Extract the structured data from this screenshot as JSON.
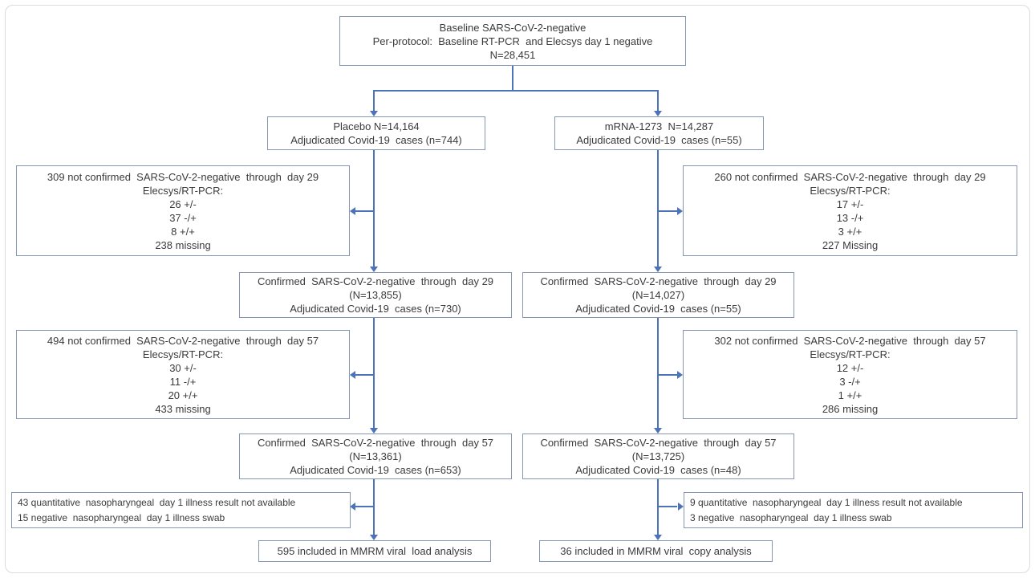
{
  "colors": {
    "connector": "#4c72b8",
    "box_border": "#8496b0",
    "text": "#3b3b3b",
    "figure_border": "#dcdcdc"
  },
  "boxes": {
    "baseline": {
      "lines": [
        "Baseline SARS-CoV-2-negative",
        "Per-protocol:  Baseline RT-PCR  and Elecsys day 1 negative",
        "N=28,451"
      ]
    },
    "placebo": {
      "lines": [
        "Placebo N=14,164",
        "Adjudicated Covid-19  cases (n=744)"
      ]
    },
    "mrna": {
      "lines": [
        "mRNA-1273  N=14,287",
        "Adjudicated Covid-19  cases (n=55)"
      ]
    },
    "placebo_excl_day29": {
      "lines": [
        "309 not confirmed  SARS-CoV-2-negative  through  day 29",
        "Elecsys/RT-PCR:",
        "26 +/-",
        "37 -/+",
        "8 +/+",
        "238 missing"
      ]
    },
    "mrna_excl_day29": {
      "lines": [
        "260 not confirmed  SARS-CoV-2-negative  through  day 29",
        "Elecsys/RT-PCR:",
        "17 +/-",
        "13 -/+",
        "3 +/+",
        "227 Missing"
      ]
    },
    "placebo_day29": {
      "lines": [
        "Confirmed  SARS-CoV-2-negative  through  day 29",
        "(N=13,855)",
        "Adjudicated Covid-19  cases (n=730)"
      ]
    },
    "mrna_day29": {
      "lines": [
        "Confirmed  SARS-CoV-2-negative  through  day 29",
        "(N=14,027)",
        "Adjudicated Covid-19  cases (n=55)"
      ]
    },
    "placebo_excl_day57": {
      "lines": [
        "494 not confirmed  SARS-CoV-2-negative  through  day 57",
        "Elecsys/RT-PCR:",
        "30 +/-",
        "11 -/+",
        "20 +/+",
        "433 missing"
      ]
    },
    "mrna_excl_day57": {
      "lines": [
        "302 not confirmed  SARS-CoV-2-negative  through  day 57",
        "Elecsys/RT-PCR:",
        "12 +/-",
        "3 -/+",
        "1 +/+",
        "286 missing"
      ]
    },
    "placebo_day57": {
      "lines": [
        "Confirmed  SARS-CoV-2-negative  through  day 57",
        "(N=13,361)",
        "Adjudicated Covid-19  cases (n=653)"
      ]
    },
    "mrna_day57": {
      "lines": [
        "Confirmed  SARS-CoV-2-negative  through  day 57",
        "(N=13,725)",
        "Adjudicated Covid-19  cases (n=48)"
      ]
    },
    "placebo_excl_final": {
      "lines": [
        "43 quantitative  nasopharyngeal  day 1 illness result not available",
        "15 negative  nasopharyngeal  day 1 illness swab"
      ]
    },
    "mrna_excl_final": {
      "lines": [
        "9 quantitative  nasopharyngeal  day 1 illness result not available",
        "3 negative  nasopharyngeal  day 1 illness swab"
      ]
    },
    "placebo_final": {
      "lines": [
        "595 included in MMRM viral  load analysis"
      ]
    },
    "mrna_final": {
      "lines": [
        "36 included in MMRM viral  copy analysis"
      ]
    }
  }
}
